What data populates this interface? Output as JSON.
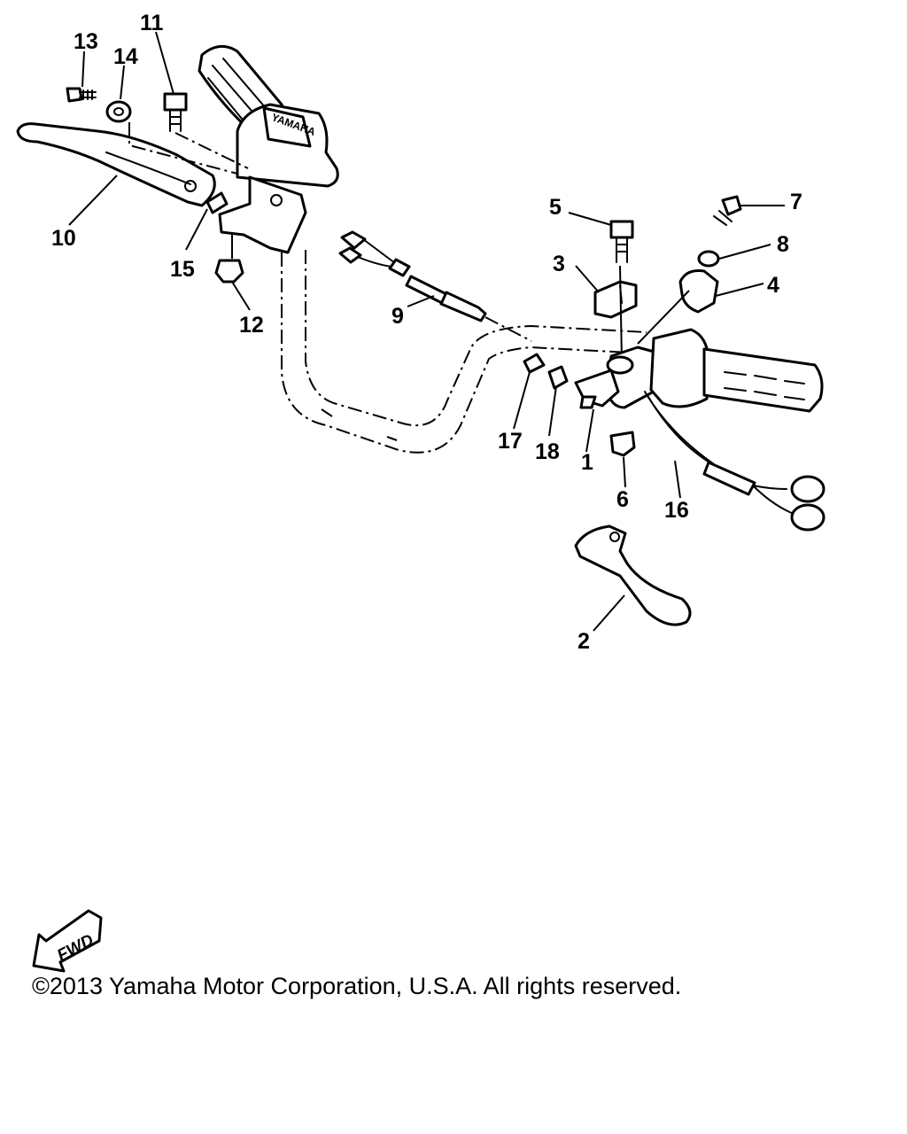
{
  "callouts": {
    "c1": "1",
    "c2": "2",
    "c3": "3",
    "c4": "4",
    "c5": "5",
    "c6": "6",
    "c7": "7",
    "c8": "8",
    "c9": "9",
    "c10": "10",
    "c11": "11",
    "c12": "12",
    "c13": "13",
    "c14": "14",
    "c15": "15",
    "c16": "16",
    "c17": "17",
    "c18": "18"
  },
  "grip_brand": "YAMAHA",
  "fwd_label": "FWD",
  "copyright": "©2013 Yamaha Motor Corporation, U.S.A. All rights reserved."
}
